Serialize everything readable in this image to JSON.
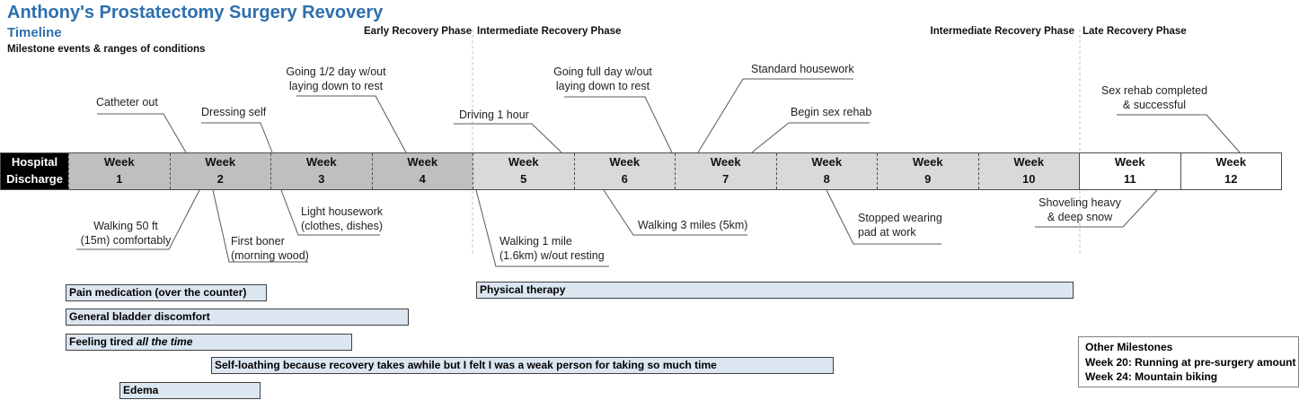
{
  "header": {
    "title": "Anthony's Prostatectomy Surgery Revovery",
    "subtitle": "Timeline",
    "caption": "Milestone events & ranges of conditions"
  },
  "phases": {
    "early": "Early Recovery Phase",
    "intermediate_left": "Intermediate Recovery Phase",
    "intermediate_right": "Intermediate Recovery Phase",
    "late": "Late Recovery Phase"
  },
  "timeline": {
    "cells": [
      {
        "line1": "Hospital",
        "line2": "Discharge",
        "shade": "discharge"
      },
      {
        "line1": "Week",
        "line2": "1",
        "shade": "dark"
      },
      {
        "line1": "Week",
        "line2": "2",
        "shade": "dark"
      },
      {
        "line1": "Week",
        "line2": "3",
        "shade": "dark"
      },
      {
        "line1": "Week",
        "line2": "4",
        "shade": "dark"
      },
      {
        "line1": "Week",
        "line2": "5",
        "shade": "medium"
      },
      {
        "line1": "Week",
        "line2": "6",
        "shade": "medium"
      },
      {
        "line1": "Week",
        "line2": "7",
        "shade": "medium"
      },
      {
        "line1": "Week",
        "line2": "8",
        "shade": "medium"
      },
      {
        "line1": "Week",
        "line2": "9",
        "shade": "medium"
      },
      {
        "line1": "Week",
        "line2": "10",
        "shade": "medium"
      },
      {
        "line1": "Week",
        "line2": "11",
        "shade": "light"
      },
      {
        "line1": "Week",
        "line2": "12",
        "shade": "light"
      }
    ]
  },
  "milestones_above": [
    {
      "label": "Catheter out"
    },
    {
      "label": "Dressing self"
    },
    {
      "label": "Going 1/2 day w/out\nlaying down to rest"
    },
    {
      "label": "Driving 1 hour"
    },
    {
      "label": "Going full day w/out\nlaying down to rest"
    },
    {
      "label": "Standard housework"
    },
    {
      "label": "Begin sex rehab"
    },
    {
      "label": "Sex rehab completed\n& successful"
    }
  ],
  "milestones_below": [
    {
      "label": "Walking 50 ft\n(15m) comfortably"
    },
    {
      "label": "First boner\n(morning wood)"
    },
    {
      "label": "Light housework\n(clothes, dishes)"
    },
    {
      "label": "Walking 1 mile\n(1.6km) w/out resting"
    },
    {
      "label": "Walking 3 miles (5km)"
    },
    {
      "label": "Stopped wearing\npad at work"
    },
    {
      "label": "Shoveling heavy\n& deep snow"
    }
  ],
  "range_bars": [
    {
      "label": "Pain medication (over the counter)",
      "italic": ""
    },
    {
      "label": "General bladder discomfort",
      "italic": ""
    },
    {
      "label": "Feeling tired ",
      "italic": "all the time"
    },
    {
      "label": "Self-loathing because recovery takes awhile but I felt I was a weak person for taking so much time",
      "italic": ""
    },
    {
      "label": "Edema",
      "italic": ""
    },
    {
      "label": "Physical therapy",
      "italic": ""
    }
  ],
  "other_milestones": {
    "title": "Other Milestones",
    "items": [
      "Week 20: Running at pre-surgery amount",
      "Week 24: Mountain biking"
    ]
  },
  "colors": {
    "accent_blue": "#2e6fad",
    "bar_fill": "#dce6f1",
    "week_dark": "#bfbfbf",
    "week_medium": "#d9d9d9",
    "discharge_bg": "#000000",
    "connector_gray": "#595959"
  }
}
